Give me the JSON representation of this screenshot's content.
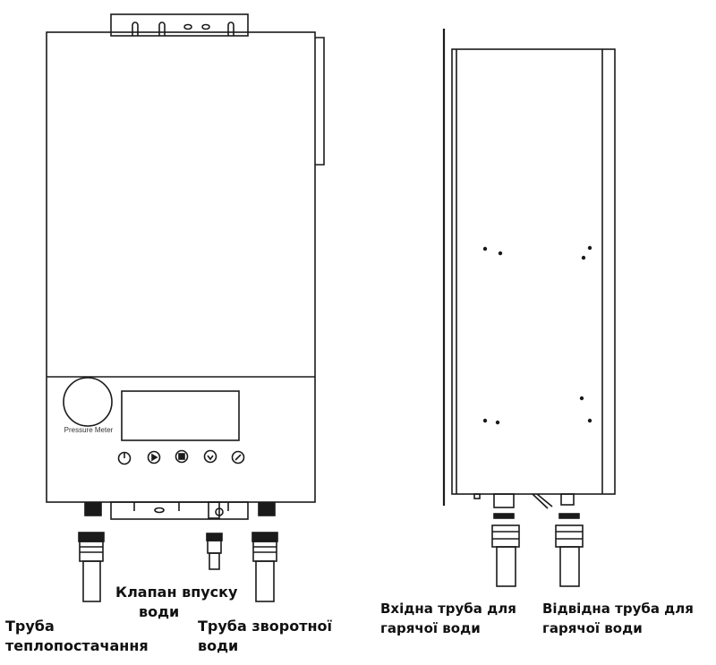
{
  "colors": {
    "line": "#1a1a1a",
    "panel_fill": "#ffffff",
    "background": "#ffffff"
  },
  "front_view": {
    "gauge_text": "Pressure Meter",
    "control_icons": [
      "power-icon",
      "play-icon",
      "stop-icon",
      "down-icon",
      "settings-icon"
    ]
  },
  "labels": {
    "inlet_valve": [
      "Клапан впуску",
      "води"
    ],
    "heating_pipe": [
      "Труба",
      "теплопостачання"
    ],
    "return_pipe": [
      "Труба зворотної",
      "води"
    ],
    "hot_in": [
      "Вхідна труба для",
      "гарячої води"
    ],
    "hot_out": [
      "Відвідна труба для",
      "гарячої води"
    ]
  }
}
